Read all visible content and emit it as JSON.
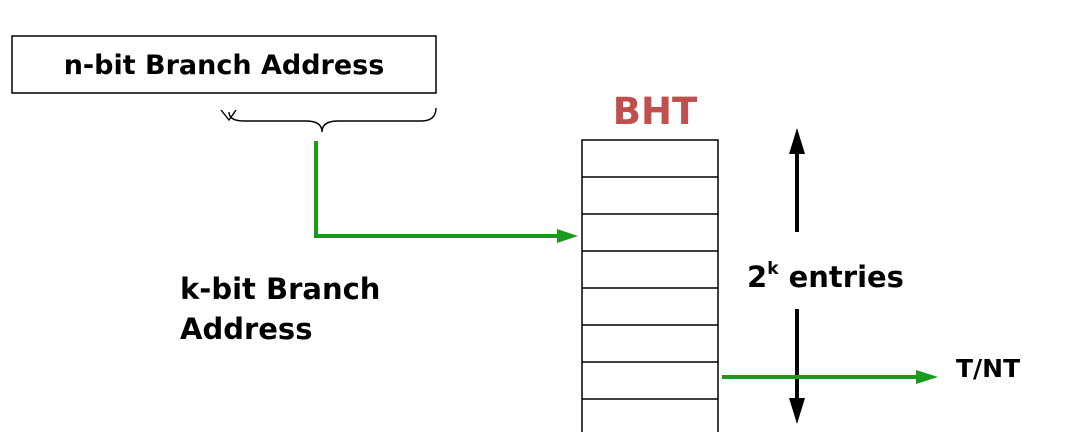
{
  "address_box": {
    "label": "n-bit Branch Address"
  },
  "index_label": {
    "line1": "k-bit Branch",
    "line2": "Address"
  },
  "table": {
    "title": "BHT",
    "title_color": "#c0504d",
    "rows_visible": 8
  },
  "entries_label": {
    "base": "2",
    "superscript": "k",
    "text": " entries"
  },
  "output_label": "T/NT",
  "colors": {
    "index_path": "#1a9a1a",
    "outline": "#000000"
  }
}
